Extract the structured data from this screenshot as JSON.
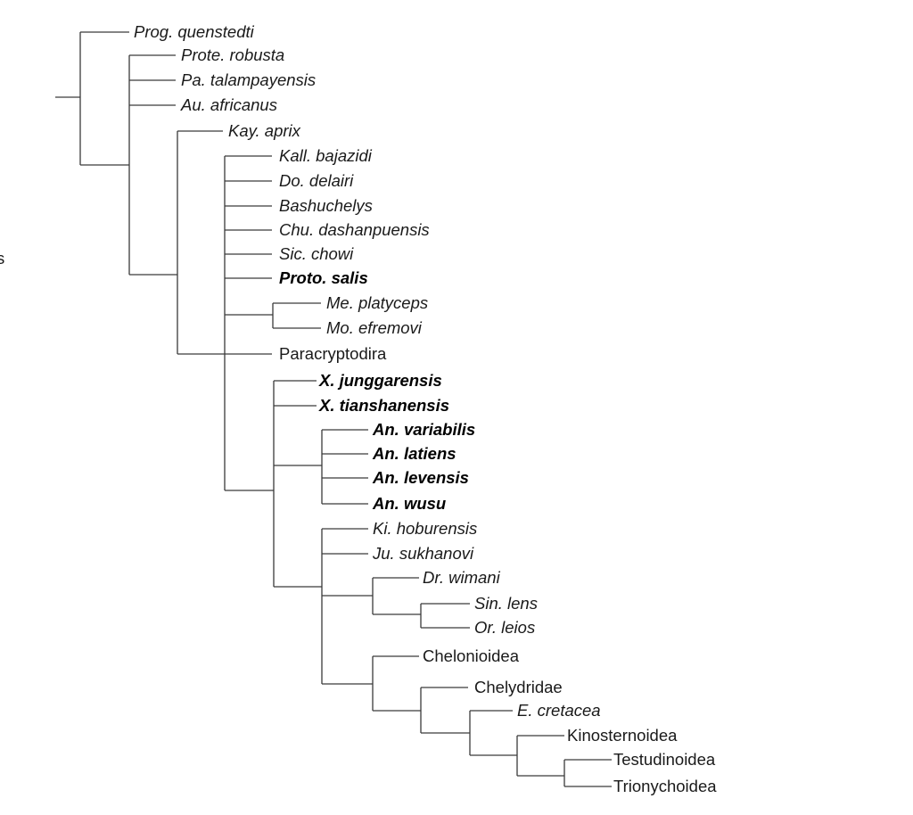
{
  "diagram": {
    "type": "cladogram",
    "edge_fragment": "s",
    "taxa": [
      {
        "label": "Prog. quenstedti",
        "style": "italic"
      },
      {
        "label": "Prote. robusta",
        "style": "italic"
      },
      {
        "label": "Pa. talampayensis",
        "style": "italic"
      },
      {
        "label": "Au. africanus",
        "style": "italic"
      },
      {
        "label": "Kay. aprix",
        "style": "italic"
      },
      {
        "label": "Kall. bajazidi",
        "style": "italic"
      },
      {
        "label": "Do. delairi",
        "style": "italic"
      },
      {
        "label": "Bashuchelys",
        "style": "italic"
      },
      {
        "label": "Chu. dashanpuensis",
        "style": "italic"
      },
      {
        "label": "Sic. chowi",
        "style": "italic"
      },
      {
        "label": "Proto. salis",
        "style": "bold-italic"
      },
      {
        "label": "Me. platyceps",
        "style": "italic"
      },
      {
        "label": "Mo. efremovi",
        "style": "italic"
      },
      {
        "label": "Paracryptodira",
        "style": "roman"
      },
      {
        "label": "X. junggarensis",
        "style": "bold-italic"
      },
      {
        "label": "X. tianshanensis",
        "style": "bold-italic"
      },
      {
        "label": "An. variabilis",
        "style": "bold-italic"
      },
      {
        "label": "An. latiens",
        "style": "bold-italic"
      },
      {
        "label": "An. levensis",
        "style": "bold-italic"
      },
      {
        "label": "An. wusu",
        "style": "bold-italic"
      },
      {
        "label": "Ki. hoburensis",
        "style": "italic"
      },
      {
        "label": "Ju. sukhanovi",
        "style": "italic"
      },
      {
        "label": "Dr. wimani",
        "style": "italic"
      },
      {
        "label": "Sin. lens",
        "style": "italic"
      },
      {
        "label": "Or. leios",
        "style": "italic"
      },
      {
        "label": "Chelonioidea",
        "style": "roman"
      },
      {
        "label": "Chelydridae",
        "style": "roman"
      },
      {
        "label": "E. cretacea",
        "style": "italic"
      },
      {
        "label": "Kinosternoidea",
        "style": "roman"
      },
      {
        "label": "Testudinoidea",
        "style": "roman"
      },
      {
        "label": "Trionychoidea",
        "style": "roman"
      }
    ]
  }
}
